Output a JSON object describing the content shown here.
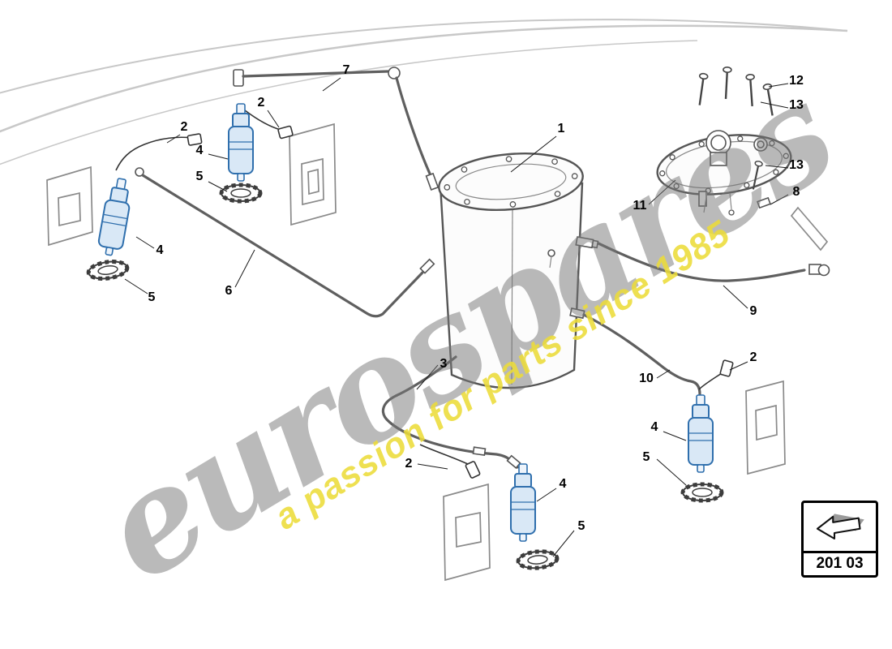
{
  "watermark": {
    "brand": "eurospares",
    "tagline": "a passion for parts since 1985"
  },
  "nav_box": {
    "code": "201 03"
  },
  "colors": {
    "pump_blue": "#2f6fad",
    "watermark_yellow": "#ecdc3a",
    "watermark_gray": "#9b9b9b",
    "line_gray": "#5f5f5f"
  },
  "callouts": [
    {
      "n": "7"
    },
    {
      "n": "2"
    },
    {
      "n": "2"
    },
    {
      "n": "4"
    },
    {
      "n": "5"
    },
    {
      "n": "1"
    },
    {
      "n": "12"
    },
    {
      "n": "13"
    },
    {
      "n": "11"
    },
    {
      "n": "13"
    },
    {
      "n": "8"
    },
    {
      "n": "4"
    },
    {
      "n": "5"
    },
    {
      "n": "6"
    },
    {
      "n": "9"
    },
    {
      "n": "2"
    },
    {
      "n": "3"
    },
    {
      "n": "10"
    },
    {
      "n": "4"
    },
    {
      "n": "2"
    },
    {
      "n": "5"
    },
    {
      "n": "4"
    },
    {
      "n": "5"
    }
  ]
}
